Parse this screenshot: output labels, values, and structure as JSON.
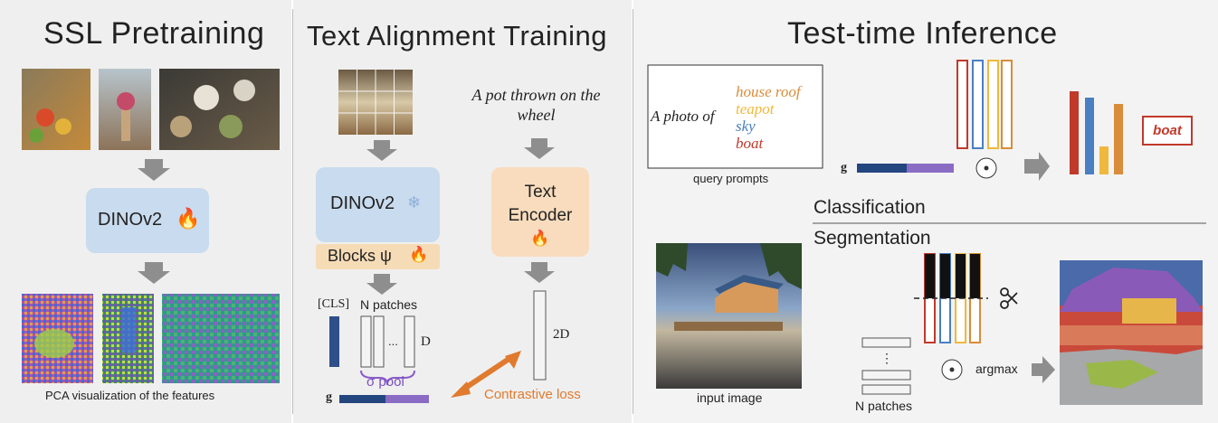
{
  "panels": {
    "ssl": {
      "title": "SSL Pretraining",
      "model_label": "DINOv2",
      "fire_icon": "fire-icon",
      "caption": "PCA visualization of the features"
    },
    "alignment": {
      "title": "Text Alignment Training",
      "caption_text": "A pot thrown on the wheel",
      "model_label": "DINOv2",
      "snowflake_icon": "snowflake-icon",
      "blocks_label": "Blocks ψ",
      "text_encoder_label": "Text Encoder",
      "cls_label": "[CLS]",
      "patches_label": "N patches",
      "ellipsis": "...",
      "d_label": "D",
      "pool_label": "σ pool",
      "g_label": "g",
      "two_d_label": "2D",
      "loss_label": "Contrastive loss"
    },
    "inference": {
      "title": "Test-time Inference",
      "prompt_prefix": "A photo of",
      "prompts": [
        "house roof",
        "teapot",
        "sky",
        "boat"
      ],
      "prompt_colors": [
        "#d98c3a",
        "#f0b83c",
        "#4a7fc1",
        "#c0392b"
      ],
      "prompts_caption": "query prompts",
      "g_label": "g",
      "result_label": "boat",
      "classification_label": "Classification",
      "segmentation_label": "Segmentation",
      "input_caption": "input image",
      "ellipsis": "⋮",
      "patches_caption": "N patches",
      "argmax_label": "argmax",
      "dot_symbol": "⊙",
      "scissors_icon": "scissors-icon"
    }
  }
}
